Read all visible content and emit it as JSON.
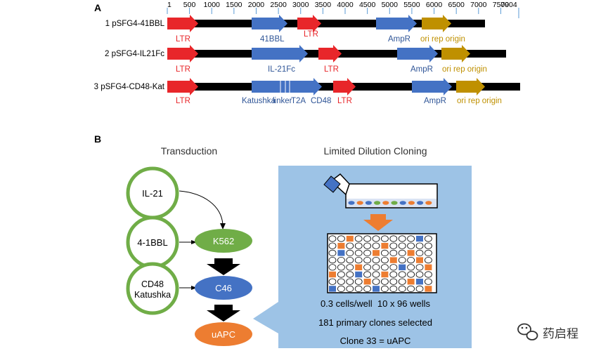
{
  "panel_a": {
    "label": "A",
    "ticks": [
      "1",
      "500",
      "1000",
      "1500",
      "2000",
      "2500",
      "3000",
      "3500",
      "4000",
      "4500",
      "5000",
      "5500",
      "6000",
      "6500",
      "7000",
      "7500",
      "7904"
    ],
    "constructs": [
      {
        "name": "1 pSFG4-41BBL",
        "labels": [
          "LTR",
          "41BBL",
          "LTR",
          "AmpR",
          "ori rep origin"
        ]
      },
      {
        "name": "2 pSFG4-IL21Fc",
        "labels": [
          "LTR",
          "IL-21Fc",
          "LTR",
          "AmpR",
          "ori rep origin"
        ]
      },
      {
        "name": "3 pSFG4-CD48-Kat",
        "labels": [
          "LTR",
          "Katushka",
          "linker",
          "T2A",
          "CD48",
          "LTR",
          "AmpR",
          "ori rep origin"
        ]
      }
    ]
  },
  "panel_b": {
    "label": "B",
    "transduction_title": "Transduction",
    "cloning_title": "Limited Dilution Cloning",
    "genes": [
      "IL-21",
      "4-1BBL",
      "CD48",
      "Katushka"
    ],
    "cells": [
      "K562",
      "C46",
      "uAPC"
    ],
    "info_lines": [
      "0.3 cells/well  10 x 96 wells",
      "181 primary clones selected",
      "Clone 33 = uAPC"
    ]
  },
  "watermark": {
    "text": "药启程"
  },
  "colors": {
    "ltr": "#e8262a",
    "gene_blue": "#4472c4",
    "ori_gold": "#bf9000",
    "backbone": "#000000",
    "gene_circle_green": "#70ad47",
    "k562_green": "#70ad47",
    "c46_blue": "#4472c4",
    "uapc_orange": "#ed7d31",
    "cloning_bg": "#9dc3e6",
    "well_orange": "#ed7d31",
    "well_blue": "#4472c4"
  }
}
